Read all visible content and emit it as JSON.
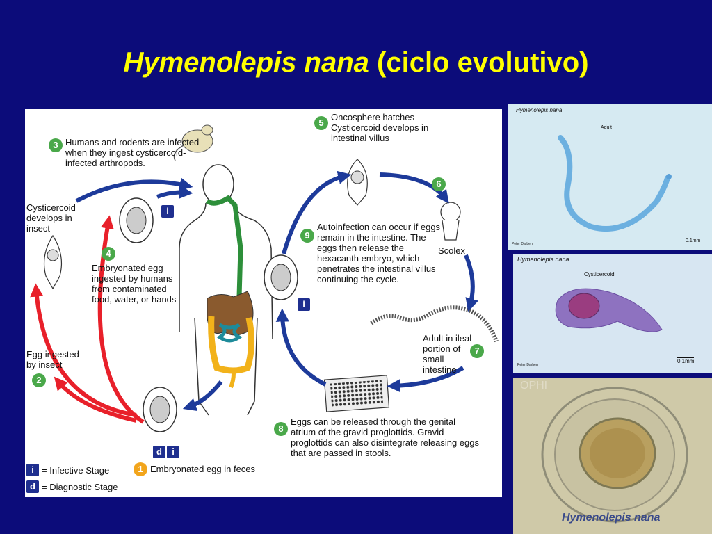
{
  "title": {
    "species": "Hymenolepis nana",
    "rest": " (ciclo evolutivo)"
  },
  "colors": {
    "background": "#0c0c7a",
    "title": "#ffff00",
    "step_badge": "#4aa84a",
    "orange_badge": "#f2a51c",
    "stage_badge": "#1f2f8f",
    "red_arrow": "#e8202a",
    "blue_arrow": "#1d3a9a"
  },
  "steps": {
    "s1": {
      "num": "1",
      "text": "Embryonated egg in feces"
    },
    "s2": {
      "num": "2",
      "text": "Egg ingested by insect"
    },
    "s3": {
      "num": "3",
      "text": "Humans and rodents are infected when they ingest cysticercoid-infected arthropods."
    },
    "cyst_insect": "Cysticercoid develops in insect",
    "s4": {
      "num": "4",
      "text": "Embryonated egg ingested by humans from contaminated food, water, or hands"
    },
    "s5": {
      "num": "5",
      "text": "Oncosphere hatches Cysticercoid develops in intestinal villus"
    },
    "s6": {
      "num": "6",
      "text": "Scolex"
    },
    "s7": {
      "num": "7",
      "text": "Adult in ileal portion of small intestine"
    },
    "s8": {
      "num": "8",
      "text": "Eggs can be released through the genital atrium of the gravid proglottids. Gravid proglottids can also disintegrate releasing eggs that are passed in stools."
    },
    "s9": {
      "num": "9",
      "text": "Autoinfection can occur if eggs remain in the intestine. The eggs then release the hexacanth embryo, which penetrates the intestinal villus continuing the cycle."
    }
  },
  "legend": {
    "infective_symbol": "i",
    "infective": "= Infective Stage",
    "diagnostic_symbol": "d",
    "diagnostic": "= Diagnostic Stage"
  },
  "micrographs": {
    "adult": {
      "species": "Hymenolepis nana",
      "label": "Adult",
      "scale": "0.1mm",
      "credit": "Peter Darben"
    },
    "cysticercoid": {
      "species": "Hymenolepis nana",
      "label": "Cysticercoid",
      "scale": "0.1mm",
      "credit": "Peter Darben"
    },
    "egg": {
      "watermark": "OPHI",
      "species": "Hymenolepis nana"
    }
  }
}
